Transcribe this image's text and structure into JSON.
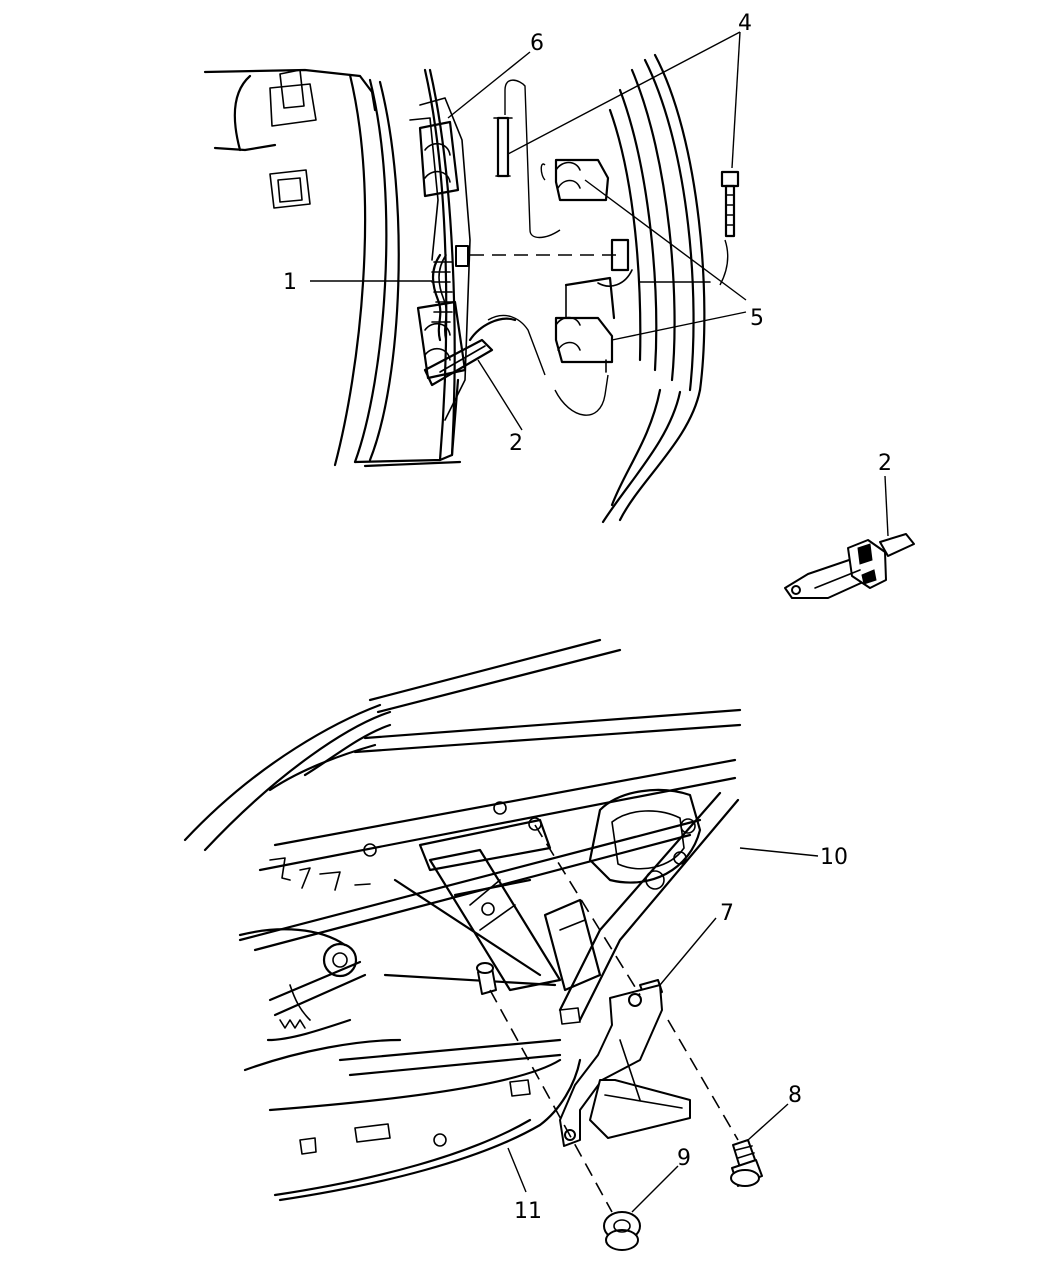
{
  "callouts": {
    "c1": "1",
    "c2a": "2",
    "c2b": "2",
    "c4": "4",
    "c5": "5",
    "c6": "6",
    "c7": "7",
    "c8": "8",
    "c9": "9",
    "c10": "10",
    "c11": "11"
  }
}
